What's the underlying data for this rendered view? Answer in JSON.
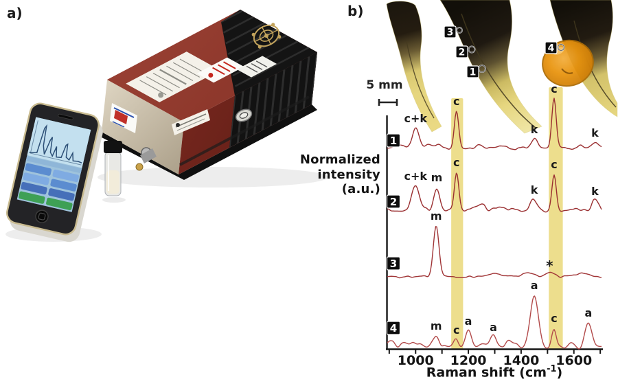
{
  "figure": {
    "panel_a_label": "a)",
    "panel_b_label": "b)",
    "scale_bar": {
      "label": "5 mm"
    }
  },
  "panel_a": {
    "items": [
      "smartphone-with-spectra-app",
      "sample-vial",
      "portable-raman-spectrometer"
    ]
  },
  "photo_markers": [
    {
      "id": "3",
      "x": 647,
      "y": 38,
      "cx": 669,
      "cy": 44,
      "r": 4
    },
    {
      "id": "2",
      "x": 664,
      "y": 67,
      "cx": 687,
      "cy": 72,
      "r": 4.5
    },
    {
      "id": "1",
      "x": 680,
      "y": 96,
      "cx": 702,
      "cy": 100,
      "r": 5
    },
    {
      "id": "4",
      "x": 794,
      "y": 61,
      "cx": 817,
      "cy": 69,
      "r": 4.5
    }
  ],
  "chart_data": {
    "type": "line",
    "xlabel_parts": {
      "main": "Raman shift (cm",
      "sup": "-1",
      "end": ")"
    },
    "ylabel_lines": [
      "Normalized",
      "intensity",
      "(a.u.)"
    ],
    "x_range": [
      890,
      1710
    ],
    "x_ticks_labeled": [
      1000,
      1200,
      1400,
      1600
    ],
    "x_minor_tick_step": 100,
    "grid": false,
    "highlight_bands": [
      {
        "x1": 1135,
        "x2": 1180,
        "label": "c"
      },
      {
        "x1": 1505,
        "x2": 1558,
        "label": "c"
      }
    ],
    "series": [
      {
        "marker": "1",
        "color": "#9a2f31",
        "noise": 2.0,
        "seed": 11,
        "knot": 6,
        "peaks": [
          {
            "x": 935,
            "h": 5,
            "w": 6
          },
          {
            "x": 1000,
            "h": 30,
            "w": 5,
            "label": "c+k"
          },
          {
            "x": 1048,
            "h": 6,
            "w": 4
          },
          {
            "x": 1085,
            "h": 6,
            "w": 4
          },
          {
            "x": 1155,
            "h": 55,
            "w": 3.2,
            "label": "c"
          },
          {
            "x": 1240,
            "h": 5,
            "w": 5
          },
          {
            "x": 1330,
            "h": 4,
            "w": 5
          },
          {
            "x": 1450,
            "h": 14,
            "w": 5,
            "label": "k"
          },
          {
            "x": 1525,
            "h": 73,
            "w": 3.2,
            "label": "c"
          },
          {
            "x": 1620,
            "h": 4,
            "w": 5
          },
          {
            "x": 1680,
            "h": 9,
            "w": 5,
            "label": "k"
          }
        ]
      },
      {
        "marker": "2",
        "color": "#9a2f31",
        "noise": 4.2,
        "seed": 22,
        "knot": 7,
        "peaks": [
          {
            "x": 1000,
            "h": 35,
            "w": 5,
            "label": "c+k"
          },
          {
            "x": 1080,
            "h": 33,
            "w": 4.5,
            "label": "m"
          },
          {
            "x": 1155,
            "h": 55,
            "w": 3.2,
            "label": "c"
          },
          {
            "x": 1250,
            "h": 6,
            "w": 6
          },
          {
            "x": 1330,
            "h": 7,
            "w": 6
          },
          {
            "x": 1450,
            "h": 15,
            "w": 5,
            "label": "k"
          },
          {
            "x": 1525,
            "h": 52,
            "w": 3.2,
            "label": "c"
          },
          {
            "x": 1610,
            "h": 5,
            "w": 5
          },
          {
            "x": 1680,
            "h": 13,
            "w": 5,
            "label": "k"
          }
        ]
      },
      {
        "marker": "3",
        "color": "#a03436",
        "noise": 1.6,
        "seed": 33,
        "knot": 6,
        "peaks": [
          {
            "x": 1078,
            "h": 75,
            "w": 4,
            "label": "m"
          },
          {
            "x": 1300,
            "h": 4,
            "w": 10
          },
          {
            "x": 1430,
            "h": 5,
            "w": 9
          },
          {
            "x": 1508,
            "h": 7,
            "w": 6,
            "label": "*"
          },
          {
            "x": 1640,
            "h": 5,
            "w": 10
          }
        ]
      },
      {
        "marker": "4",
        "color": "#b24a4a",
        "noise": 3.2,
        "seed": 44,
        "knot": 7,
        "peaks": [
          {
            "x": 910,
            "h": 13,
            "w": 5
          },
          {
            "x": 958,
            "h": 7,
            "w": 5
          },
          {
            "x": 990,
            "h": 8,
            "w": 4
          },
          {
            "x": 1018,
            "h": 7,
            "w": 4
          },
          {
            "x": 1078,
            "h": 19,
            "w": 5,
            "label": "m"
          },
          {
            "x": 1155,
            "h": 13,
            "w": 4,
            "label": "c"
          },
          {
            "x": 1200,
            "h": 26,
            "w": 4.5,
            "label": "a"
          },
          {
            "x": 1252,
            "h": 6,
            "w": 5
          },
          {
            "x": 1295,
            "h": 17,
            "w": 6,
            "label": "a"
          },
          {
            "x": 1360,
            "h": 10,
            "w": 6
          },
          {
            "x": 1450,
            "h": 78,
            "w": 6,
            "label": "a"
          },
          {
            "x": 1525,
            "h": 30,
            "w": 3.5,
            "label": "c"
          },
          {
            "x": 1592,
            "h": 8,
            "w": 5
          },
          {
            "x": 1655,
            "h": 38,
            "w": 5,
            "label": "a"
          }
        ]
      }
    ]
  },
  "palette": {
    "band": "#ecdc87",
    "axis_y": "#4a4a4a",
    "axis_x": "#161616",
    "badge_bg": "#0d0d0d",
    "badge_fg": "#ffffff",
    "feather_tip": "#1b160e",
    "feather_mid": "#6b5c33",
    "feather_shaft": "#e6d67f",
    "feather_light": "#f0e7a8",
    "feather_rachis": "#43391f",
    "amber": "#e8940f",
    "amber_edge": "#ad6d07",
    "box_red_top": "#8d372b",
    "box_red_front": "#74261d",
    "box_black": "#141414",
    "box_fin": "#2d2d2d",
    "box_label": "#f4f1e9",
    "box_silver": "#cfc6b2",
    "gold": "#c2a35c",
    "laser_red": "#c4281f",
    "phone_body": "#232326",
    "phone_rim": "#c9bb90",
    "screen_plot": "#c3e0ef",
    "screen_trace": "#2c4f76",
    "btn_blue1": "#5b8cd0",
    "btn_blue2": "#7fabe2",
    "btn_blue3": "#466fb9",
    "btn_green": "#3ea055",
    "vial_cap": "#121212",
    "vial_glass": "#e8e8e4",
    "vial_liquid": "#f2ecda"
  }
}
